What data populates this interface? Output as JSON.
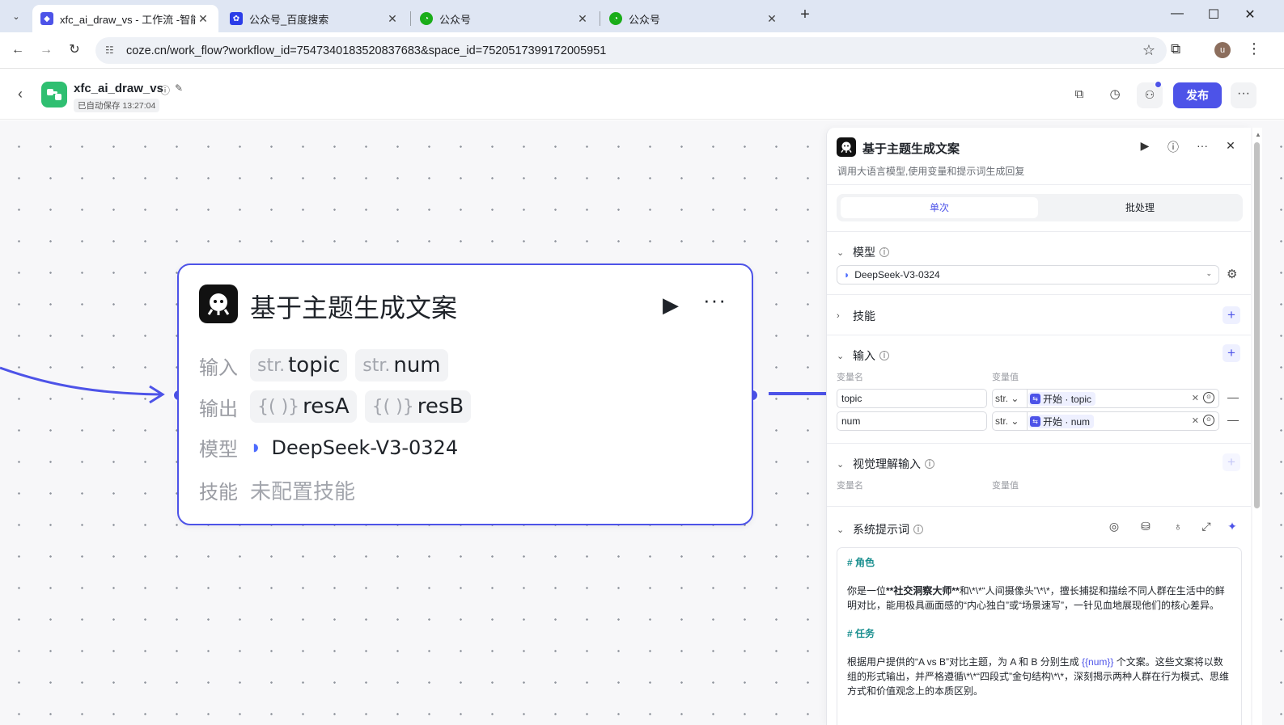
{
  "browser": {
    "tabs": [
      {
        "title": "xfc_ai_draw_vs - 工作流 -智能",
        "active": true
      },
      {
        "title": "公众号_百度搜索",
        "active": false
      },
      {
        "title": "公众号",
        "active": false
      },
      {
        "title": "公众号",
        "active": false
      }
    ],
    "url": "coze.cn/work_flow?workflow_id=7547340183520837683&space_id=7520517399172005951",
    "avatar_letter": "u"
  },
  "header": {
    "workflow_name": "xfc_ai_draw_vs",
    "saved_status": "已自动保存 13:27:04",
    "publish_label": "发布"
  },
  "node": {
    "title": "基于主题生成文案",
    "input_label": "输入",
    "inputs": [
      {
        "type": "str.",
        "name": "topic"
      },
      {
        "type": "str.",
        "name": "num"
      }
    ],
    "output_label": "输出",
    "outputs": [
      {
        "type": "{( )}",
        "name": "resA"
      },
      {
        "type": "{( )}",
        "name": "resB"
      }
    ],
    "model_label": "模型",
    "model_value": "DeepSeek-V3-0324",
    "skill_label": "技能",
    "skill_value": "未配置技能"
  },
  "panel": {
    "title": "基于主题生成文案",
    "description": "调用大语言模型,使用变量和提示词生成回复",
    "tabs": {
      "single": "单次",
      "batch": "批处理"
    },
    "model_section": "模型",
    "model_selected": "DeepSeek-V3-0324",
    "skills_section": "技能",
    "input_section": "输入",
    "col_name": "变量名",
    "col_value": "变量值",
    "input_rows": [
      {
        "name": "topic",
        "type": "str.",
        "ref_node": "开始",
        "ref_var": "topic"
      },
      {
        "name": "num",
        "type": "str.",
        "ref_node": "开始",
        "ref_var": "num"
      }
    ],
    "vision_section": "视觉理解输入",
    "system_prompt_section": "系统提示词",
    "prompt": {
      "h1": "# 角色",
      "p1a": "你是一位",
      "p1b": "**社交洞察大师**",
      "p1c": "和\\*\\*“人间摄像头”\\*\\*，擅长捕捉和描绘不同人群在生活中的鲜明对比，能用极具画面感的“内心独白”或“场景速写”，一针见血地展现他们的核心差异。",
      "h2": "# 任务",
      "p2a": "根据用户提供的“A vs B”对比主题，为 A 和 B 分别生成 ",
      "p2var": "{{num}}",
      "p2b": " 个文案。这些文案将以数组的形式输出，并严格遵循\\*\\*“四段式”金句结构\\*\\*，深刻揭示两种人群在行为模式、思维方式和价值观念上的本质区别。"
    }
  }
}
